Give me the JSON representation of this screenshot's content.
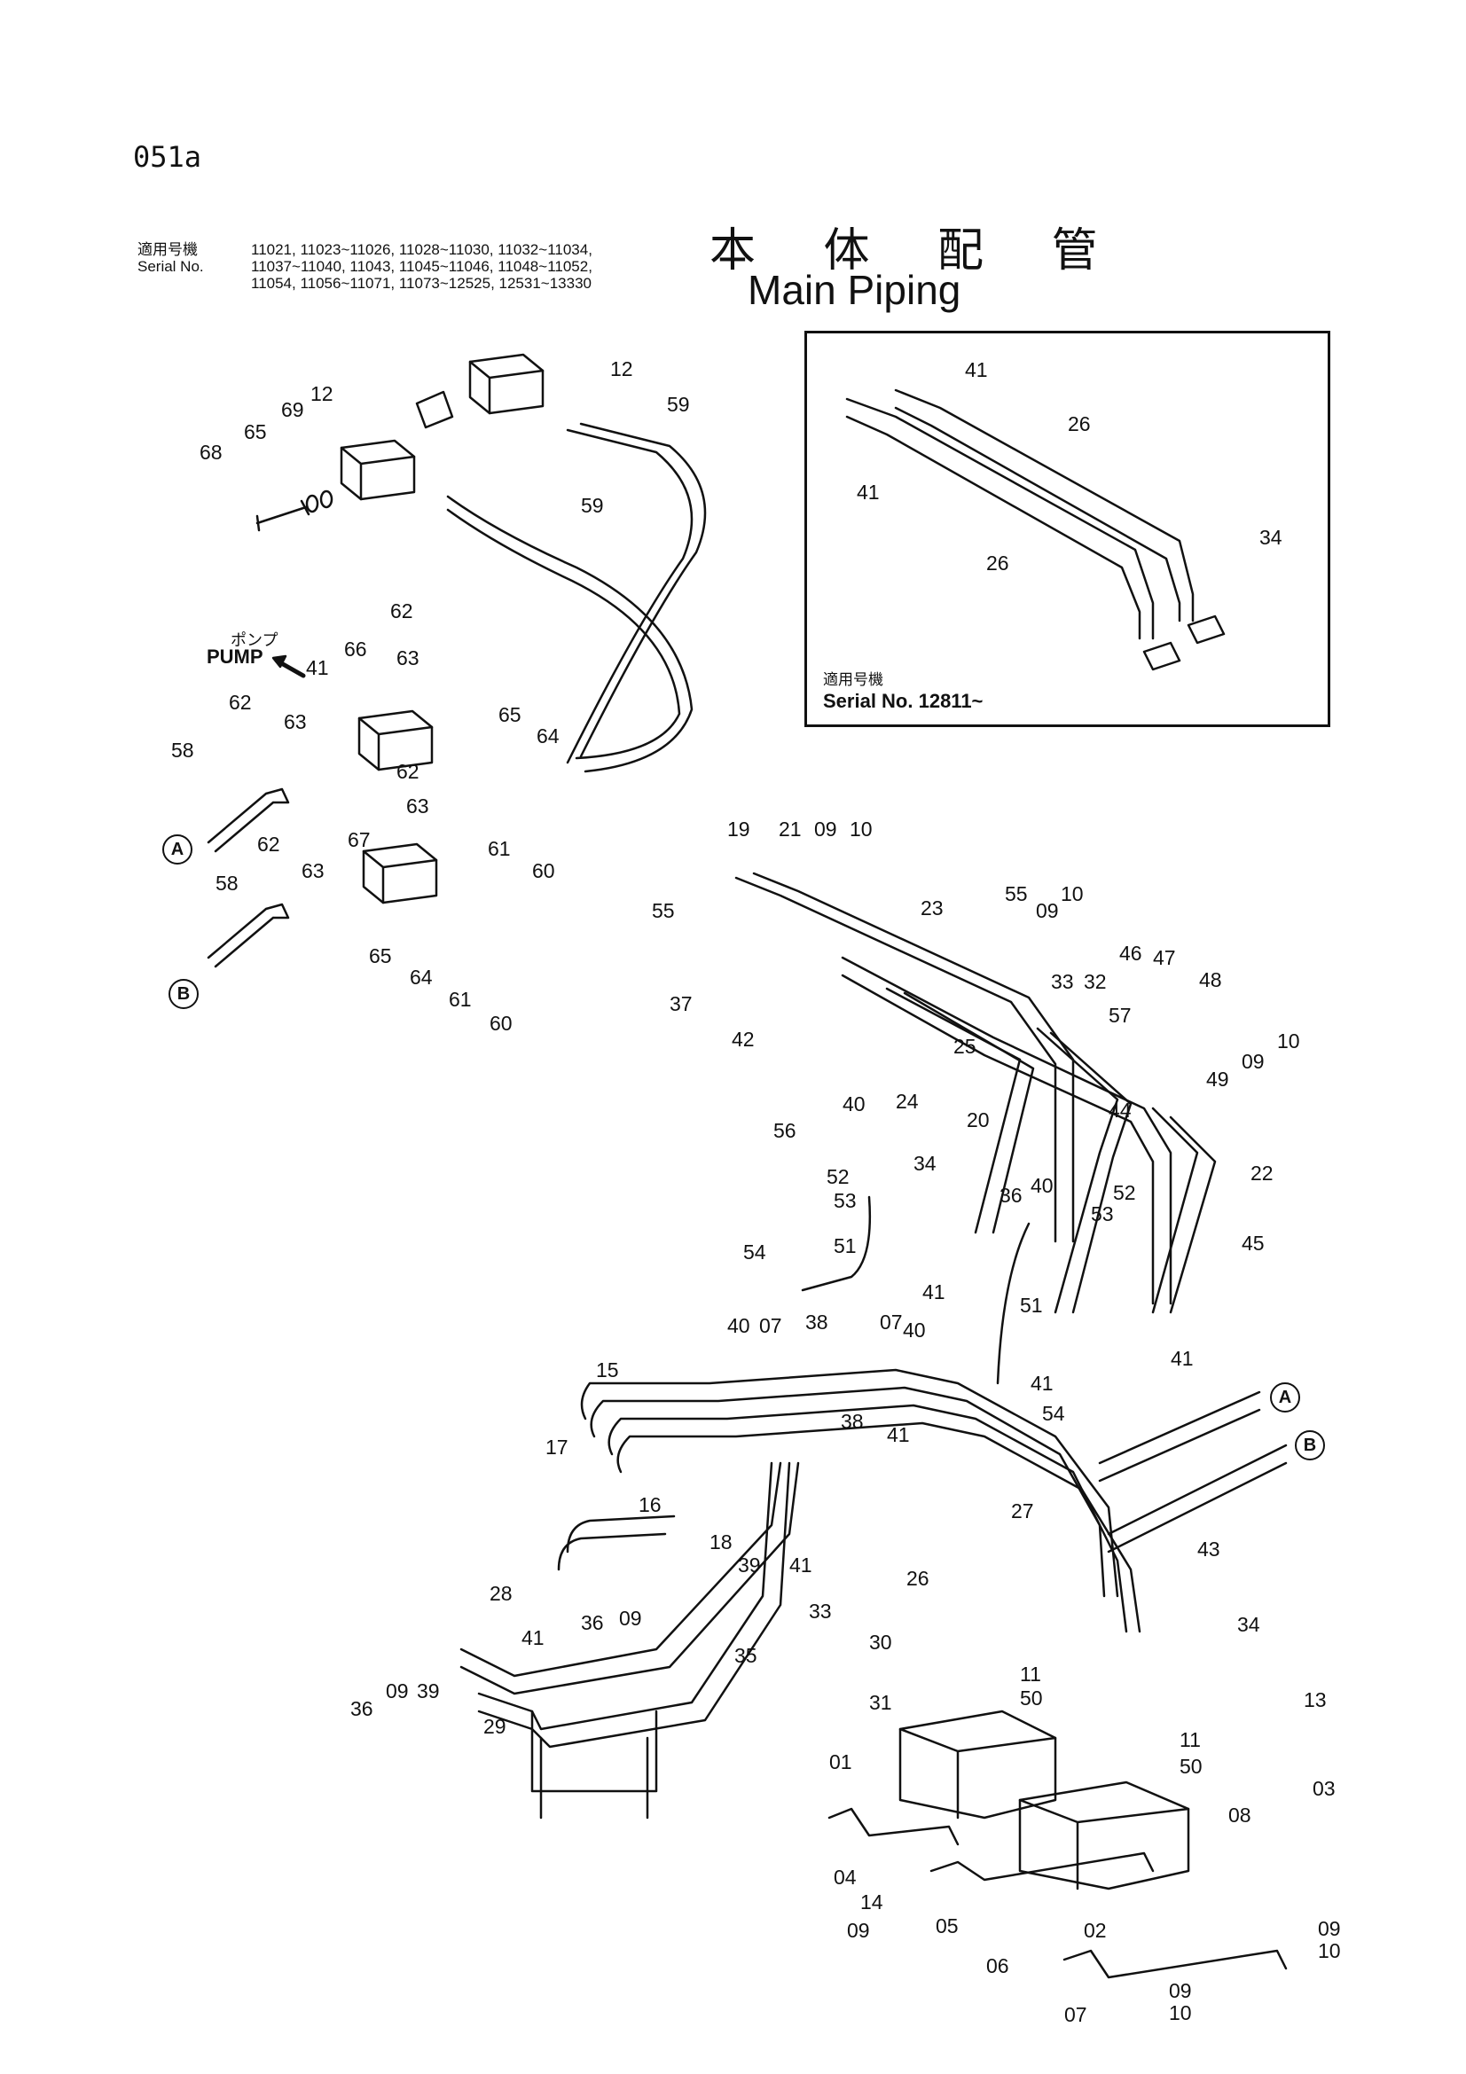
{
  "page": {
    "number": "051a",
    "title_jp": "本 体 配 管",
    "title_en": "Main Piping",
    "serial_label_jp": "適用号機",
    "serial_label_en": "Serial No.",
    "serial_lines": [
      "11021, 11023~11026, 11028~11030, 11032~11034,",
      "11037~11040, 11043, 11045~11046, 11048~11052,",
      "11054, 11056~11071, 11073~12525, 12531~13330"
    ]
  },
  "pump": {
    "label_jp": "ポンプ",
    "label_en": "PUMP"
  },
  "inset": {
    "serial_label_jp": "適用号機",
    "serial_label_en": "Serial No. 12811~",
    "callouts": [
      "41",
      "41",
      "26",
      "26",
      "34"
    ]
  },
  "ports": {
    "a": "A",
    "b": "B"
  },
  "callouts": {
    "upper_left": [
      "12",
      "12",
      "59",
      "59",
      "69",
      "65",
      "68",
      "62",
      "63",
      "66",
      "41",
      "62",
      "63",
      "65",
      "64",
      "58",
      "62",
      "63",
      "61",
      "60",
      "67",
      "62",
      "63",
      "58",
      "65",
      "64",
      "61",
      "60"
    ],
    "lower": [
      "19",
      "21",
      "09",
      "10",
      "55",
      "23",
      "55",
      "09",
      "10",
      "37",
      "42",
      "46",
      "47",
      "48",
      "33",
      "32",
      "57",
      "10",
      "09",
      "49",
      "25",
      "40",
      "24",
      "20",
      "44",
      "56",
      "34",
      "52",
      "53",
      "40",
      "36",
      "52",
      "53",
      "22",
      "45",
      "51",
      "54",
      "41",
      "51",
      "41",
      "41",
      "54",
      "40",
      "07",
      "38",
      "07",
      "40",
      "15",
      "38",
      "41",
      "17",
      "16",
      "18",
      "39",
      "41",
      "27",
      "43",
      "28",
      "09",
      "36",
      "41",
      "33",
      "26",
      "30",
      "35",
      "34",
      "36",
      "09",
      "39",
      "29",
      "31",
      "11",
      "50",
      "13",
      "01",
      "11",
      "50",
      "03",
      "08",
      "04",
      "14",
      "09",
      "05",
      "02",
      "06",
      "09",
      "10",
      "07",
      "09",
      "10"
    ]
  }
}
